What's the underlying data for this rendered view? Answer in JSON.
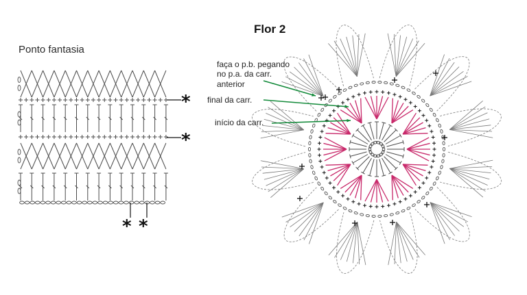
{
  "left_chart": {
    "title": "Ponto fantasia",
    "markers": [
      "*",
      "*",
      "*",
      "*"
    ]
  },
  "right_chart": {
    "title": "Flor 2",
    "annotations": {
      "line1": "faça o p.b. pegando",
      "line2": "no p.a. da carr.",
      "line3": "anterior",
      "final": "final da carr.",
      "inicio": "início da carr."
    }
  },
  "colors": {
    "stitch": "#4a4a4a",
    "accent": "#c8286a",
    "arrow": "#138a3a",
    "text": "#222222"
  },
  "symbols": [
    "chain-stitch",
    "treble-stitch",
    "single-crochet-cross",
    "petal-fan"
  ]
}
